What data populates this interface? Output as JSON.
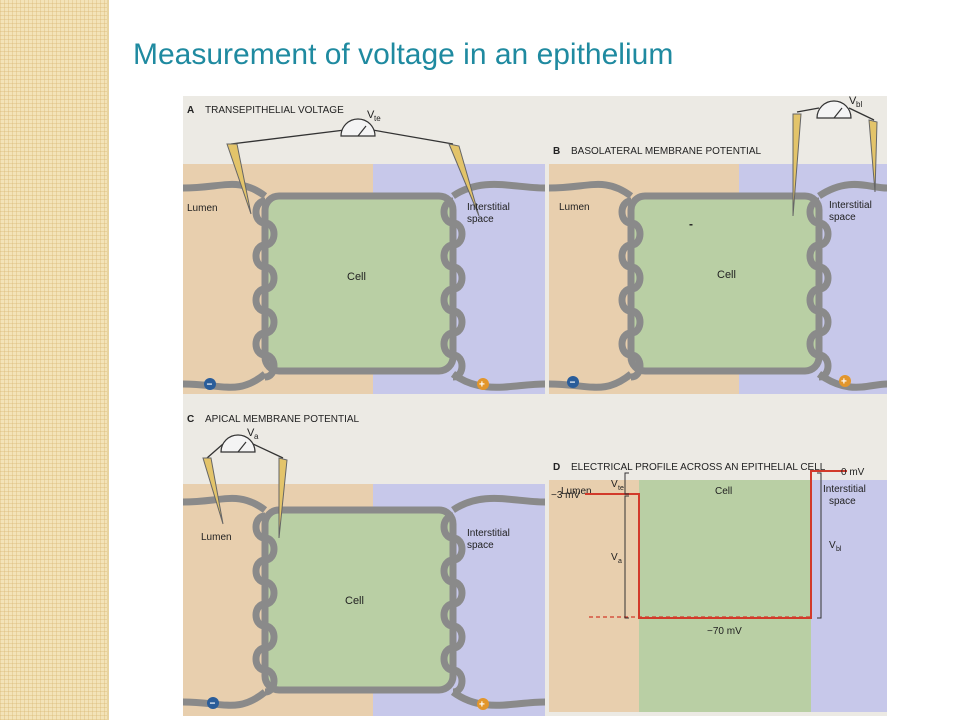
{
  "slide": {
    "title": "Measurement of voltage in an epithelium"
  },
  "panel_a": {
    "letter": "A",
    "heading": "TRANSEPITHELIAL VOLTAGE",
    "meter": "V",
    "meter_sub": "te",
    "lumen": "Lumen",
    "interstitial_1": "Interstitial",
    "interstitial_2": "space",
    "cell": "Cell",
    "minus": "−",
    "plus": "+"
  },
  "panel_b": {
    "letter": "B",
    "heading": "BASOLATERAL MEMBRANE POTENTIAL",
    "meter": "V",
    "meter_sub": "bl",
    "lumen": "Lumen",
    "interstitial_1": "Interstitial",
    "interstitial_2": "space",
    "cell": "Cell",
    "cell_sign": "-",
    "minus": "−",
    "plus": "+"
  },
  "panel_c": {
    "letter": "C",
    "heading": "APICAL MEMBRANE POTENTIAL",
    "meter": "V",
    "meter_sub": "a",
    "lumen": "Lumen",
    "interstitial_1": "Interstitial",
    "interstitial_2": "space",
    "cell": "Cell",
    "minus": "−",
    "plus": "+"
  },
  "panel_d": {
    "letter": "D",
    "heading": "ELECTRICAL PROFILE ACROSS AN EPITHELIAL CELL",
    "lumen": "Lumen",
    "cell": "Cell",
    "interstitial_1": "Interstitial",
    "interstitial_2": "space",
    "zero": "0 mV",
    "minus3": "−3 mV",
    "minus70": "−70 mV",
    "vte": "V",
    "vte_sub": "te",
    "va": "V",
    "va_sub": "a",
    "vbl": "V",
    "vbl_sub": "bl"
  },
  "colors": {
    "title": "#1f8aa0",
    "lumen": "#e8cfae",
    "interstitial": "#c7c8ea",
    "cell": "#b9cfa4",
    "membrane": "#8a8a8a",
    "profile_line": "#d23a2a",
    "electrode": "#e3c46a"
  }
}
